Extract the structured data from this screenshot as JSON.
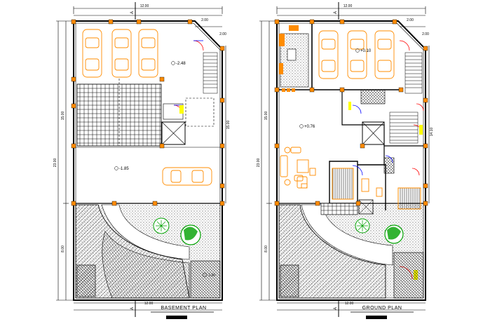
{
  "basement": {
    "title": "BASEMENT PLAN",
    "dim_top": "12.00",
    "dim_right_top": "2.00",
    "dim_right_top2": "2.00",
    "dim_left_total": "23.00",
    "dim_left_upper": "15.00",
    "dim_left_lower": "8.00",
    "dim_right_mid": "15.00",
    "dim_bottom": "12.00",
    "level_parking": "-2.48",
    "level_hall": "-1.85",
    "level_garden": "-1.00",
    "section_mark": "A"
  },
  "ground": {
    "title": "GROUND PLAN",
    "dim_top": "12.00",
    "dim_right_top": "2.00",
    "dim_right_top2": "2.00",
    "dim_left_total": "23.00",
    "dim_left_upper": "15.00",
    "dim_left_lower": "8.00",
    "dim_right_mid": "14.10",
    "dim_bottom": "12.00",
    "level_garage": "+0.10",
    "level_living": "+0.76",
    "section_mark": "A"
  },
  "colors": {
    "walls": "#000000",
    "furniture": "#ff8c00",
    "columns": "#ff8c00",
    "doors": "#0000ff",
    "door_swing": "#ff0000",
    "trees": "#00a000",
    "stairs_mark": "#ffff00"
  }
}
